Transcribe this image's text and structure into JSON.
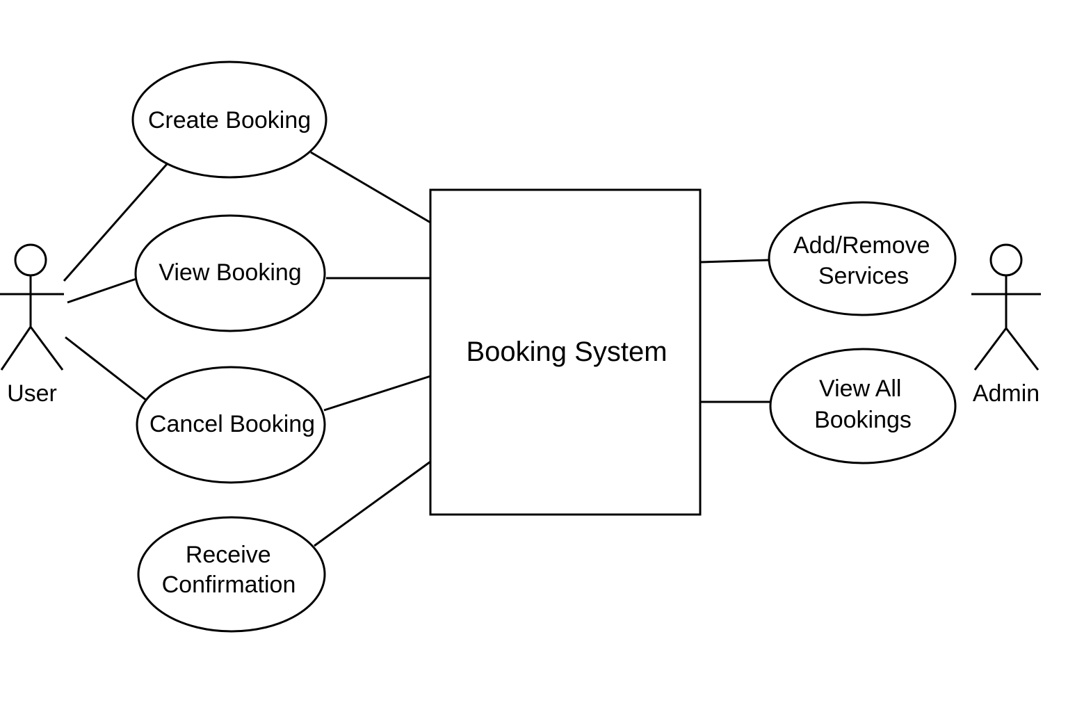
{
  "diagram": {
    "system": {
      "label": "Booking System"
    },
    "actors": {
      "user": "User",
      "admin": "Admin"
    },
    "use_cases": {
      "create_booking": [
        "Create Booking"
      ],
      "view_booking": [
        "View Booking"
      ],
      "cancel_booking": [
        "Cancel Booking"
      ],
      "receive_confirmation": [
        "Receive",
        "Confirmation"
      ],
      "add_remove_services": [
        "Add/Remove",
        "Services"
      ],
      "view_all_bookings": [
        "View All",
        "Bookings"
      ]
    }
  }
}
